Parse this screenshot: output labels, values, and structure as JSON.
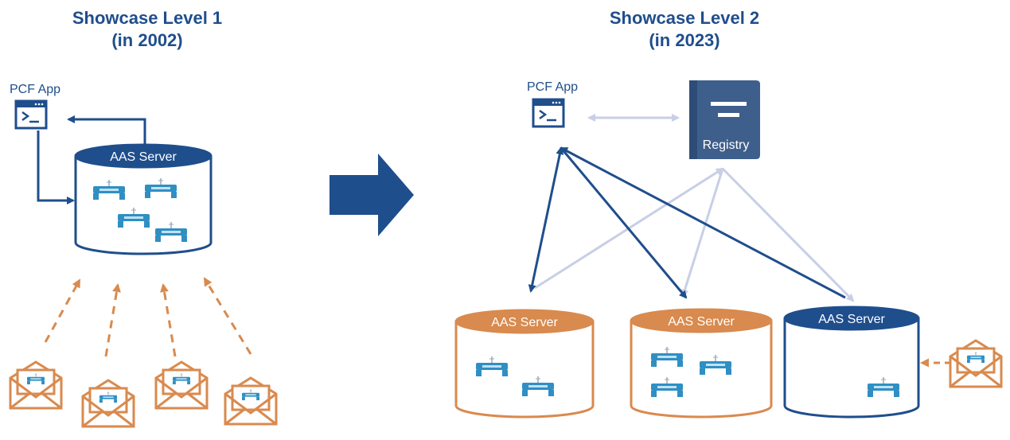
{
  "level1": {
    "title_line1": "Showcase Level 1",
    "title_line2": "(in 2002)",
    "app_label": "PCF App",
    "server_label": "AAS Server"
  },
  "level2": {
    "title_line1": "Showcase Level 2",
    "title_line2": "(in 2023)",
    "app_label": "PCF App",
    "registry_label": "Registry",
    "servers": [
      {
        "label": "AAS Server"
      },
      {
        "label": "AAS Server"
      },
      {
        "label": "AAS Server"
      }
    ]
  },
  "colors": {
    "navy": "#1f4e8c",
    "orange": "#d98a4e",
    "light_arrow": "#c8cfe6",
    "registry_fill": "#3e5f8c",
    "device_blue": "#2f8fc3"
  },
  "icons": {
    "app": "terminal-window-icon",
    "device": "industrial-device-icon",
    "message": "envelope-with-device-icon",
    "transition": "right-arrow-icon",
    "registry": "registry-book-icon"
  }
}
